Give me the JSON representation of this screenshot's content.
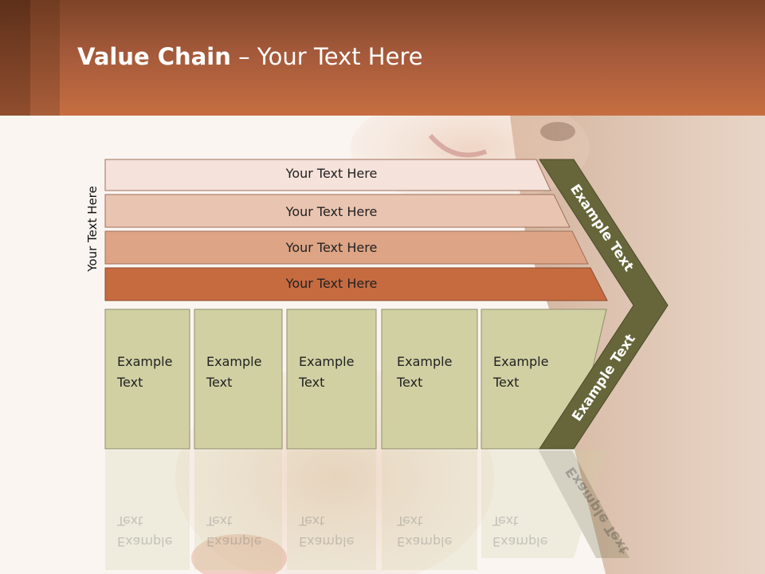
{
  "slide": {
    "title_bold": "Value Chain",
    "title_rest": " – Your Text Here",
    "side_label": "Your Text Here",
    "bars": [
      {
        "label": "Your Text Here",
        "fill": "#f5e2da"
      },
      {
        "label": "Your Text Here",
        "fill": "#e9c4b1"
      },
      {
        "label": "Your Text Here",
        "fill": "#dda485"
      },
      {
        "label": "Your Text Here",
        "fill": "#c66b40"
      }
    ],
    "boxes": [
      {
        "line1": "Example",
        "line2": "Text"
      },
      {
        "line1": "Example",
        "line2": "Text"
      },
      {
        "line1": "Example",
        "line2": "Text"
      },
      {
        "line1": "Example",
        "line2": "Text"
      },
      {
        "line1": "Example",
        "line2": "Text"
      }
    ],
    "chevron_top": "Example Text",
    "chevron_bottom": "Example Text",
    "colors": {
      "header": "#c66e41",
      "box_fill": "#d0d0a3",
      "chevron": "#66663a"
    }
  }
}
